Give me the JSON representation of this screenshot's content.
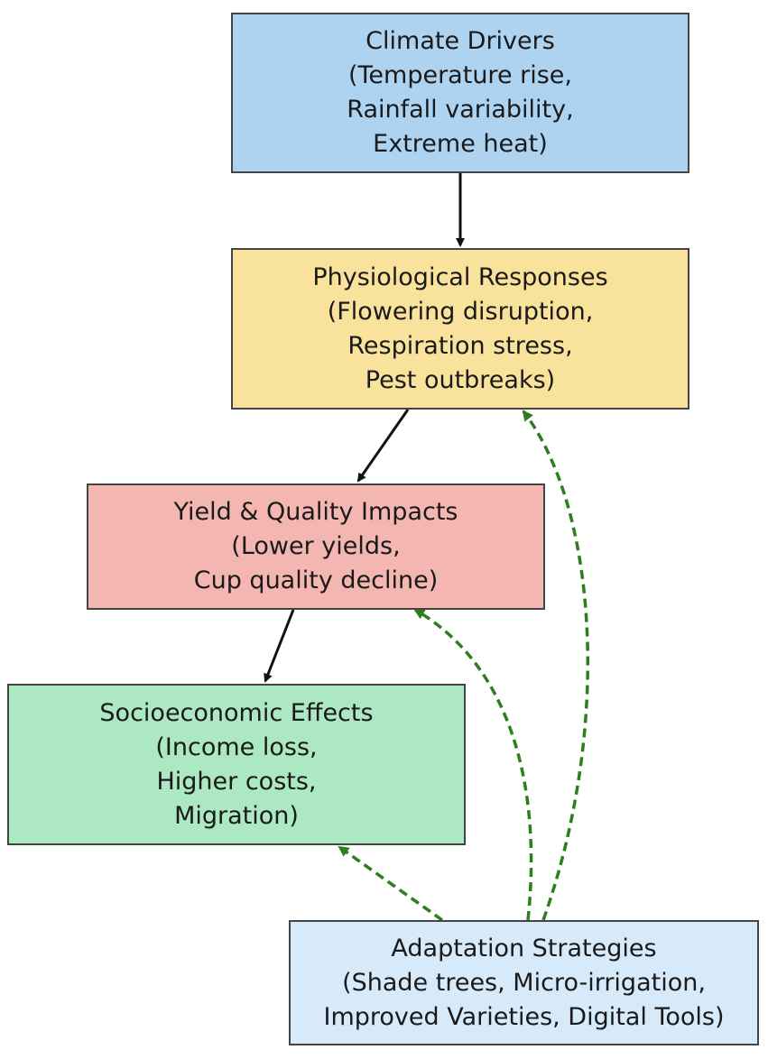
{
  "colors": {
    "climate": "#aed3f1",
    "physio": "#f9e39c",
    "yield": "#f4b6b1",
    "socio": "#ace8c2",
    "adapt": "#d6eaf9",
    "causal_arrow": "#111111",
    "adaptation_arrow": "#2e7d1e"
  },
  "nodes": {
    "climate": {
      "lines": [
        "Climate Drivers",
        "(Temperature rise,",
        "Rainfall variability,",
        "Extreme heat)"
      ]
    },
    "physio": {
      "lines": [
        "Physiological Responses",
        "(Flowering disruption,",
        "Respiration stress,",
        "Pest outbreaks)"
      ]
    },
    "yield": {
      "lines": [
        "Yield & Quality Impacts",
        "(Lower yields,",
        "Cup quality decline)"
      ]
    },
    "socio": {
      "lines": [
        "Socioeconomic Effects",
        "(Income loss,",
        "Higher costs,",
        "Migration)"
      ]
    },
    "adapt": {
      "lines": [
        "Adaptation Strategies",
        "(Shade trees, Micro-irrigation,",
        "Improved Varieties, Digital Tools)"
      ]
    }
  },
  "edges": [
    {
      "from": "climate",
      "to": "physio",
      "style": "solid"
    },
    {
      "from": "physio",
      "to": "yield",
      "style": "solid"
    },
    {
      "from": "yield",
      "to": "socio",
      "style": "solid"
    },
    {
      "from": "adapt",
      "to": "socio",
      "style": "dashed"
    },
    {
      "from": "adapt",
      "to": "yield",
      "style": "dashed"
    },
    {
      "from": "adapt",
      "to": "physio",
      "style": "dashed"
    }
  ]
}
